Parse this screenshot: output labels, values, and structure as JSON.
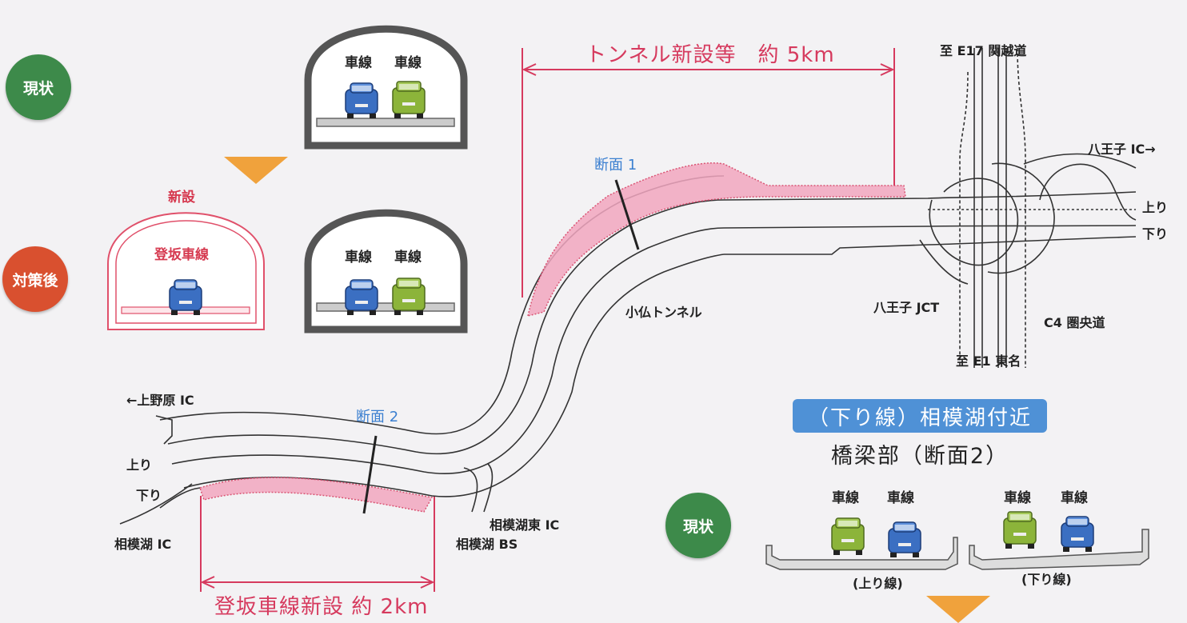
{
  "status": {
    "current": "現状",
    "after": "対策後",
    "new_label": "新設",
    "climbing_lane": "登坂車線"
  },
  "tunnel_lanes": {
    "lane1": "車線",
    "lane2": "車線"
  },
  "map": {
    "tunnel_new": "トンネル新設等　約 5km",
    "climbing_new": "登坂車線新設 約 2km",
    "section1": "断面 1",
    "section2": "断面 2",
    "kobotoke_tunnel": "小仏トンネル",
    "kamino_ic": "←上野原 IC",
    "up_left": "上り",
    "down_left": "下り",
    "sagamiko_ic": "相模湖 IC",
    "sagamiko_higashi_ic": "相模湖東 IC",
    "sagamiko_bs": "相模湖 BS",
    "to_kanetsu": "至 E17 関越道",
    "hachioji_ic": "八王子 IC→",
    "up_right": "上り",
    "down_right": "下り",
    "hachioji_jct": "八王子 JCT",
    "ken_o_do": "C4 圏央道",
    "to_tomei": "至 E1 東名"
  },
  "bridge": {
    "banner": "（下り線）相模湖付近",
    "title": "橋梁部（断面2）",
    "lane_a1": "車線",
    "lane_a2": "車線",
    "lane_b1": "車線",
    "lane_b2": "車線",
    "current": "現状",
    "up_line": "(上り線)",
    "down_line": "(下り線)"
  },
  "colors": {
    "green": "#3d8a4a",
    "red": "#d9502f",
    "pink": "#d63a5e",
    "blue_text": "#3a7fd0",
    "orange_arrow": "#f0a23c",
    "car_blue": "#3b6fc2",
    "car_green": "#8cb43a"
  }
}
